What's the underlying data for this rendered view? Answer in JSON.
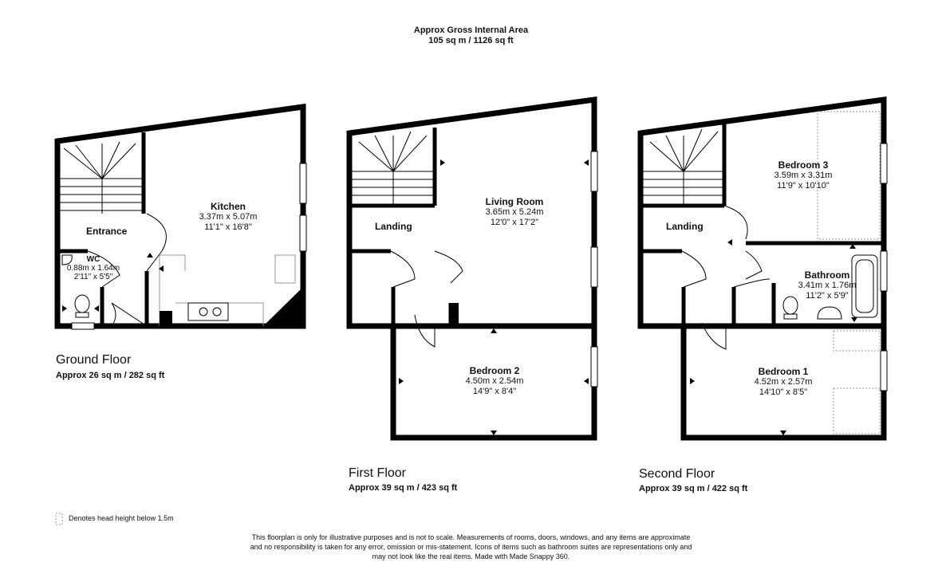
{
  "header": {
    "title": "Approx Gross Internal Area",
    "area": "105 sq m / 1126 sq ft"
  },
  "floors": {
    "ground": {
      "name": "Ground Floor",
      "area": "Approx 26 sq m / 282 sq ft",
      "rooms": {
        "entrance": {
          "name": "Entrance"
        },
        "wc": {
          "name": "WC",
          "metric": "0.88m x 1.64m",
          "imperial": "2'11\" x 5'5\""
        },
        "kitchen": {
          "name": "Kitchen",
          "metric": "3.37m x 5.07m",
          "imperial": "11'1\" x 16'8\""
        }
      }
    },
    "first": {
      "name": "First Floor",
      "area": "Approx 39 sq m / 423 sq ft",
      "rooms": {
        "landing": {
          "name": "Landing"
        },
        "living": {
          "name": "Living Room",
          "metric": "3.65m x 5.24m",
          "imperial": "12'0\" x 17'2\""
        },
        "bedroom2": {
          "name": "Bedroom 2",
          "metric": "4.50m x 2.54m",
          "imperial": "14'9\" x 8'4\""
        }
      }
    },
    "second": {
      "name": "Second Floor",
      "area": "Approx 39 sq m / 422 sq ft",
      "rooms": {
        "landing": {
          "name": "Landing"
        },
        "bedroom3": {
          "name": "Bedroom 3",
          "metric": "3.59m x 3.31m",
          "imperial": "11'9\" x 10'10\""
        },
        "bathroom": {
          "name": "Bathroom",
          "metric": "3.41m x 1.76m",
          "imperial": "11'2\" x 5'9\""
        },
        "bedroom1": {
          "name": "Bedroom 1",
          "metric": "4.52m x 2.57m",
          "imperial": "14'10\" x 8'5\""
        }
      }
    }
  },
  "legend": {
    "text": "Denotes head height below 1.5m"
  },
  "disclaimer": {
    "line1": "This floorplan is only for illustrative purposes and is not to scale. Measurements of rooms, doors, windows, and any items are approximate",
    "line2": "and no responsibility is taken for any error, omission or mis-statement. Icons of items such as bathroom suites are representations only and",
    "line3": "may not look like the real items. Made with Made Snappy 360."
  },
  "colors": {
    "wall": "#000000",
    "background": "#ffffff",
    "fixture": "#999999"
  }
}
